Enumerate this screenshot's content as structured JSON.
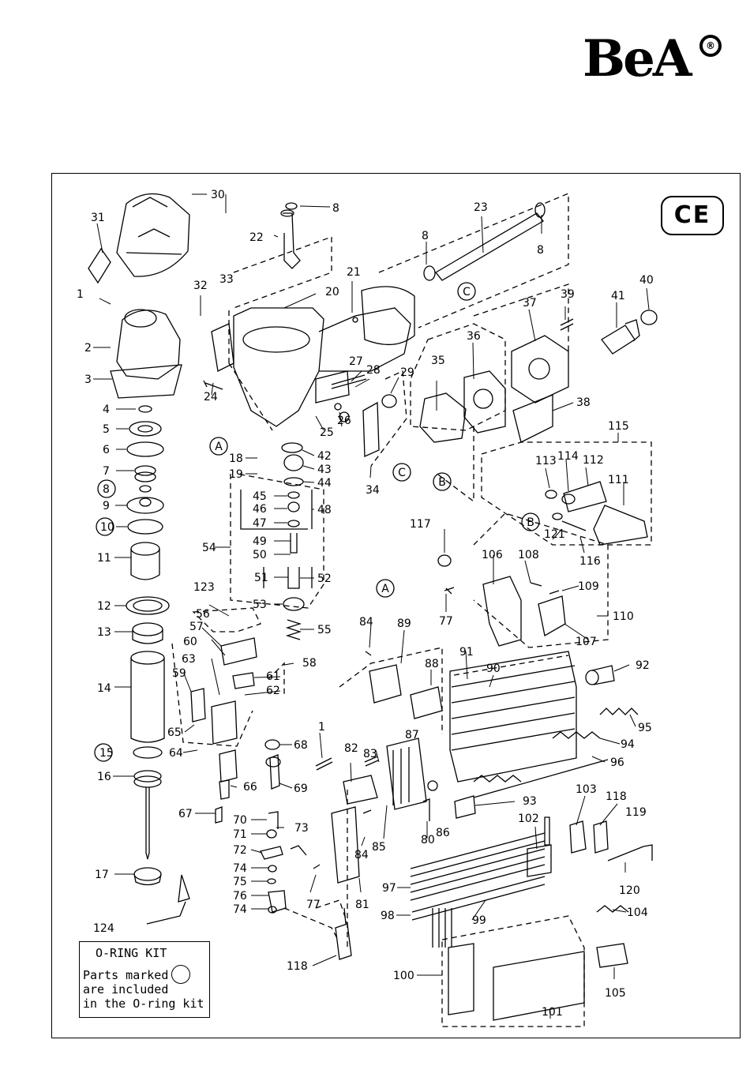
{
  "brand": "BeA",
  "ce_mark": "CE",
  "oring_kit": {
    "number": "124",
    "title": "O-RING KIT",
    "line1": "Parts marked",
    "line2": "are included",
    "line3": "in the O-ring kit"
  },
  "view_markers": [
    "A",
    "B",
    "C"
  ],
  "part_numbers": [
    "1",
    "2",
    "3",
    "4",
    "5",
    "6",
    "7",
    "8",
    "9",
    "10",
    "11",
    "12",
    "13",
    "14",
    "15",
    "16",
    "17",
    "18",
    "19",
    "20",
    "21",
    "22",
    "23",
    "24",
    "25",
    "26",
    "27",
    "28",
    "29",
    "30",
    "31",
    "32",
    "33",
    "34",
    "35",
    "36",
    "37",
    "38",
    "39",
    "40",
    "41",
    "42",
    "43",
    "44",
    "45",
    "46",
    "47",
    "48",
    "49",
    "50",
    "51",
    "52",
    "53",
    "54",
    "55",
    "56",
    "57",
    "58",
    "59",
    "60",
    "61",
    "62",
    "63",
    "64",
    "65",
    "66",
    "67",
    "68",
    "69",
    "70",
    "71",
    "72",
    "73",
    "74",
    "75",
    "76",
    "77",
    "80",
    "81",
    "82",
    "83",
    "84",
    "85",
    "86",
    "87",
    "88",
    "89",
    "90",
    "91",
    "92",
    "93",
    "94",
    "95",
    "96",
    "97",
    "98",
    "99",
    "100",
    "101",
    "102",
    "103",
    "104",
    "105",
    "106",
    "107",
    "108",
    "109",
    "110",
    "111",
    "112",
    "113",
    "114",
    "115",
    "116",
    "117",
    "118",
    "119",
    "120",
    "121",
    "123"
  ],
  "circled_parts": [
    "8",
    "10",
    "15"
  ]
}
